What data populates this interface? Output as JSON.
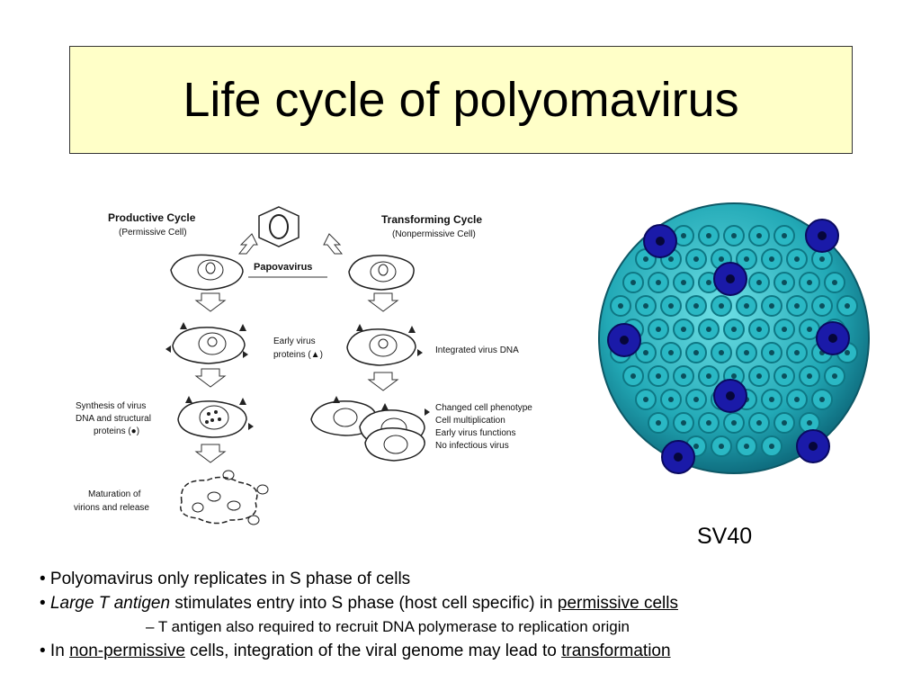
{
  "title": "Life cycle of polyomavirus",
  "diagram": {
    "productive_title": "Productive Cycle",
    "productive_sub": "(Permissive Cell)",
    "transforming_title": "Transforming Cycle",
    "transforming_sub": "(Nonpermissive Cell)",
    "papovavirus": "Papovavirus",
    "early_1": "Early virus",
    "early_2": "proteins (▲)",
    "integrated": "Integrated virus DNA",
    "synth_1": "Synthesis of virus",
    "synth_2": "DNA and structural",
    "synth_3": "proteins (●)",
    "changed_1": "Changed cell phenotype",
    "changed_2": "Cell multiplication",
    "changed_3": "Early virus functions",
    "changed_4": "No infectious virus",
    "mat_1": "Maturation of",
    "mat_2": "virions and release"
  },
  "virus_label": "SV40",
  "bullets": {
    "b1": "• Polyomavirus only replicates in S phase of cells",
    "b2_prefix": "• ",
    "b2_italic": "Large T antigen",
    "b2_mid": " stimulates entry into S phase (host cell specific) in ",
    "b2_link": "permissive cells",
    "sub1": "– T antigen also required to recruit DNA polymerase to replication origin",
    "b3_prefix": "• In ",
    "b3_link1": "non-permissive",
    "b3_mid": " cells, integration of the viral genome may lead to ",
    "b3_link2": "transformation"
  },
  "colors": {
    "title_bg": "#ffffc8",
    "capsid_teal": "#2ab8c4",
    "capsid_blue": "#1a1aa8"
  }
}
